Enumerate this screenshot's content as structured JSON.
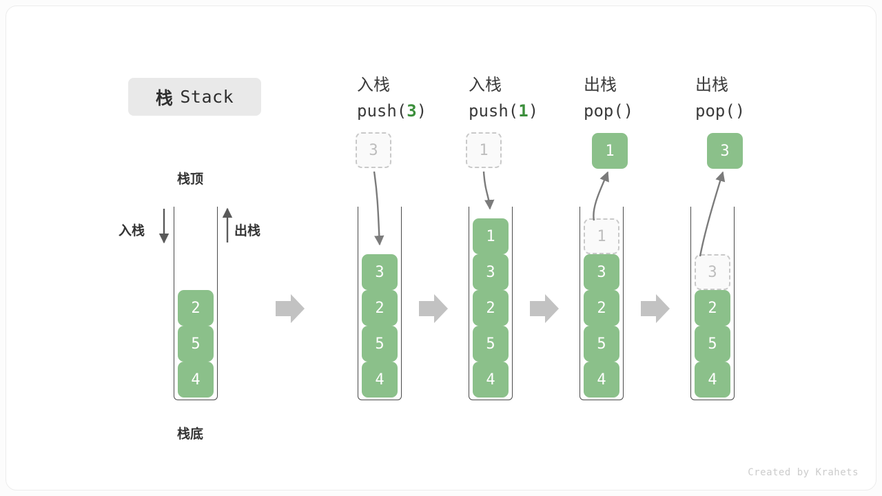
{
  "figure": {
    "title_cn": "栈",
    "title_en": "Stack",
    "footer": "Created by Krahets",
    "accent_green": "#8bc08a",
    "arg_green": "#3c8f3c",
    "ghost_gray": "#c9c9c9",
    "arrow_gray": "#c2c2c2"
  },
  "base_stack": {
    "top_label": "栈顶",
    "bottom_label": "栈底",
    "push_label": "入栈",
    "pop_label": "出栈",
    "items": [
      "2",
      "5",
      "4"
    ]
  },
  "steps": [
    {
      "id": "push-3",
      "op_cn": "入栈",
      "op_code_prefix": "push(",
      "op_code_arg": "3",
      "op_code_suffix": ")",
      "floating": {
        "value": "3",
        "style": "ghost"
      },
      "items": [
        {
          "value": "3",
          "style": "solid"
        },
        {
          "value": "2",
          "style": "solid"
        },
        {
          "value": "5",
          "style": "solid"
        },
        {
          "value": "4",
          "style": "solid"
        }
      ]
    },
    {
      "id": "push-1",
      "op_cn": "入栈",
      "op_code_prefix": "push(",
      "op_code_arg": "1",
      "op_code_suffix": ")",
      "floating": {
        "value": "1",
        "style": "ghost"
      },
      "items": [
        {
          "value": "1",
          "style": "solid"
        },
        {
          "value": "3",
          "style": "solid"
        },
        {
          "value": "2",
          "style": "solid"
        },
        {
          "value": "5",
          "style": "solid"
        },
        {
          "value": "4",
          "style": "solid"
        }
      ]
    },
    {
      "id": "pop-1",
      "op_cn": "出栈",
      "op_code_prefix": "pop(",
      "op_code_arg": "",
      "op_code_suffix": ")",
      "floating": {
        "value": "1",
        "style": "solid"
      },
      "items": [
        {
          "value": "1",
          "style": "ghost"
        },
        {
          "value": "3",
          "style": "solid"
        },
        {
          "value": "2",
          "style": "solid"
        },
        {
          "value": "5",
          "style": "solid"
        },
        {
          "value": "4",
          "style": "solid"
        }
      ]
    },
    {
      "id": "pop-3",
      "op_cn": "出栈",
      "op_code_prefix": "pop(",
      "op_code_arg": "",
      "op_code_suffix": ")",
      "floating": {
        "value": "3",
        "style": "solid"
      },
      "items": [
        {
          "value": "3",
          "style": "ghost"
        },
        {
          "value": "2",
          "style": "solid"
        },
        {
          "value": "5",
          "style": "solid"
        },
        {
          "value": "4",
          "style": "solid"
        }
      ]
    }
  ],
  "separators": [
    "→",
    "→",
    "→",
    "→"
  ]
}
